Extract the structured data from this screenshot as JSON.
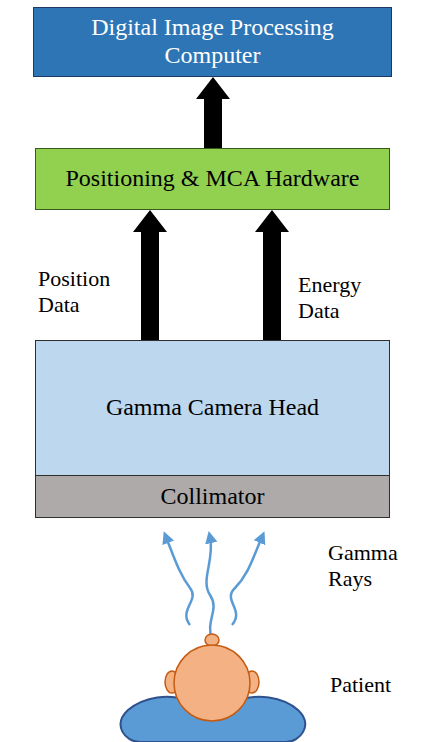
{
  "diagram": {
    "nodes": [
      {
        "text": [
          "Digital Image Processing Computer"
        ]
      },
      {
        "text": [
          "Positioning & MCA Hardware"
        ]
      },
      {
        "text": [
          "Gamma Camera Head"
        ]
      },
      {
        "text": [
          "Collimator"
        ]
      }
    ],
    "edges": [
      {
        "from": 1,
        "to": 0,
        "arrow": "to"
      },
      {
        "from": 2,
        "to": 1,
        "label": "Position Data",
        "arrow": "to"
      },
      {
        "from": 2,
        "to": 1,
        "label": "Energy Data",
        "arrow": "to"
      }
    ],
    "labels": [
      "Gamma Rays",
      "Patient"
    ]
  }
}
